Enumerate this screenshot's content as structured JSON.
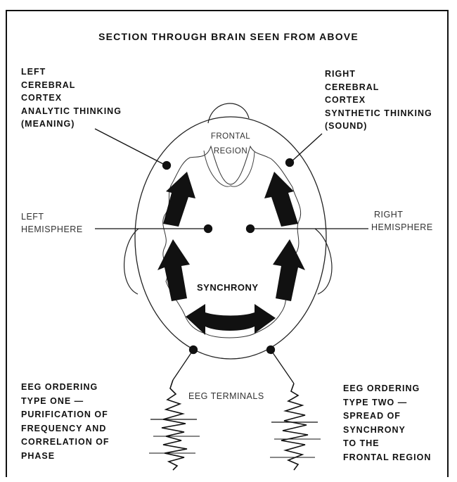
{
  "title": "SECTION THROUGH BRAIN SEEN FROM ABOVE",
  "left_cortex": [
    "LEFT",
    "CEREBRAL",
    "CORTEX",
    "ANALYTIC THINKING",
    "(MEANING)"
  ],
  "right_cortex": [
    "RIGHT",
    "CEREBRAL",
    "CORTEX",
    "SYNTHETIC THINKING",
    "(SOUND)"
  ],
  "frontal_region": [
    "FRONTAL",
    "REGION"
  ],
  "left_hemisphere": [
    "LEFT",
    "HEMISPHERE"
  ],
  "right_hemisphere": [
    "RIGHT",
    "HEMISPHERE"
  ],
  "synchrony": "SYNCHRONY",
  "eeg_terminals": "EEG TERMINALS",
  "eeg_type_one": [
    "EEG ORDERING",
    "TYPE ONE —",
    "PURIFICATION OF",
    "FREQUENCY AND",
    "CORRELATION OF",
    "PHASE"
  ],
  "eeg_type_two": [
    "EEG ORDERING",
    "TYPE TWO —",
    "SPREAD OF",
    "SYNCHRONY",
    "TO THE",
    "FRONTAL REGION"
  ]
}
